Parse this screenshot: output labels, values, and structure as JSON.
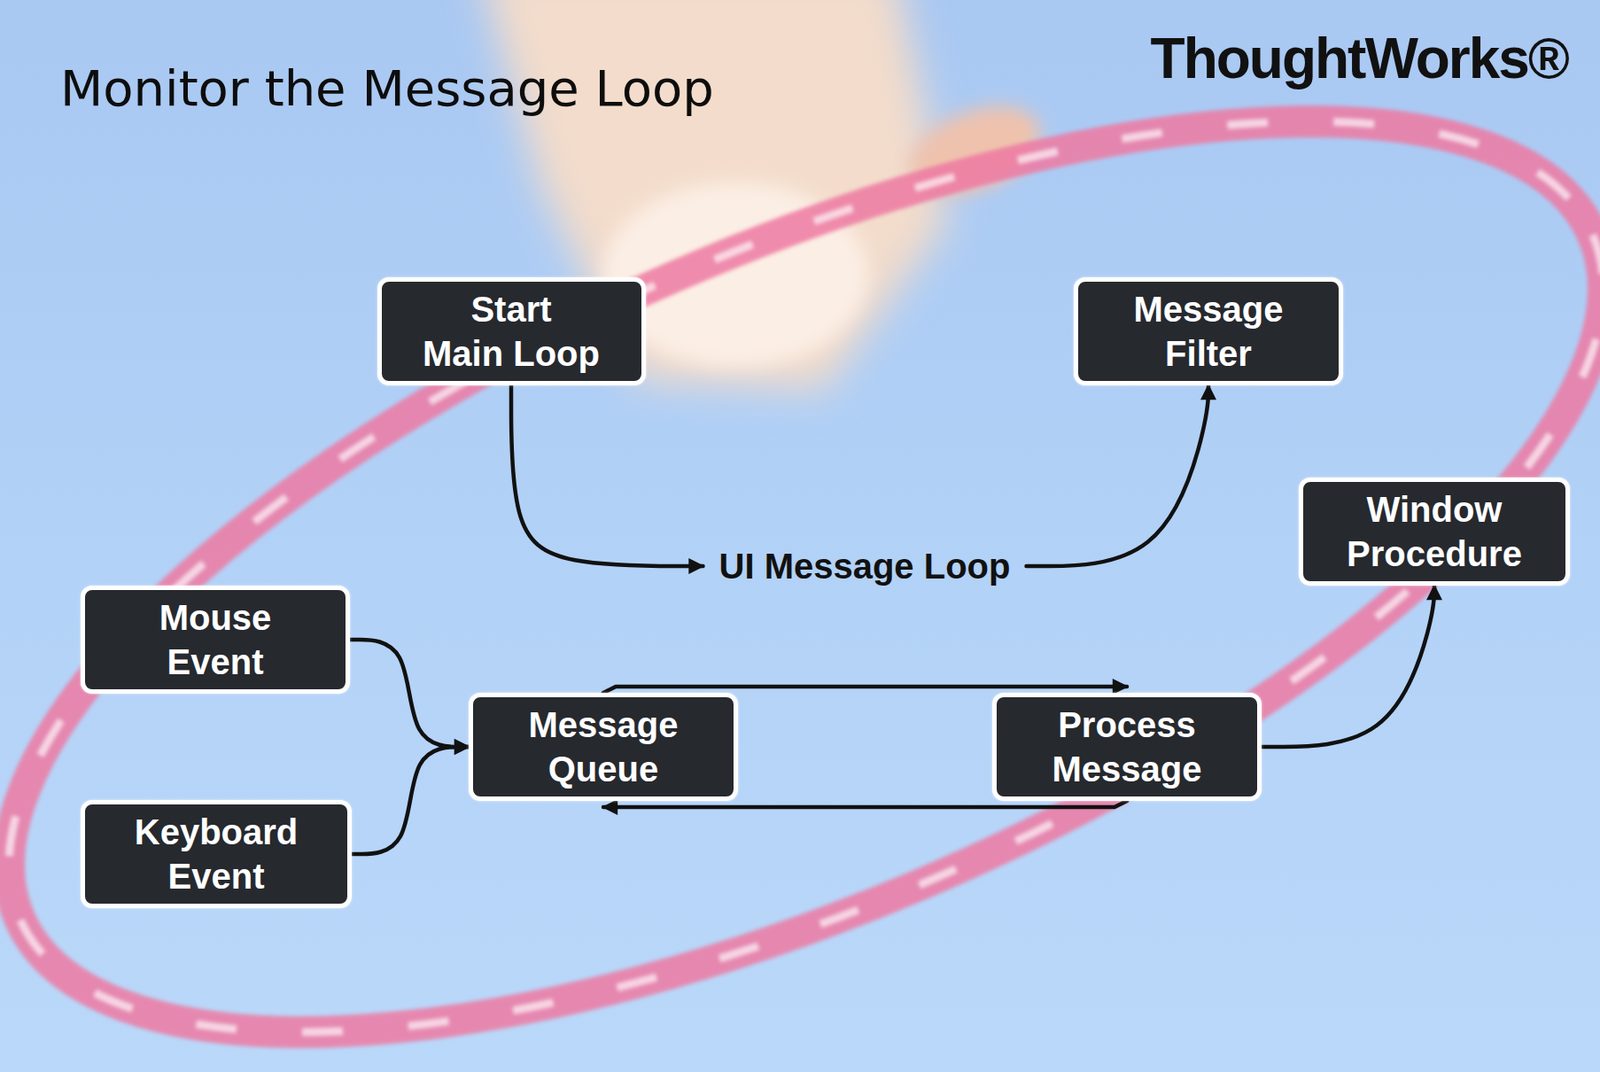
{
  "diagram": {
    "title": "Monitor the Message Loop",
    "nodes": [
      {
        "text": [
          "Start Main Loop"
        ]
      },
      {
        "text": [
          "Message Filter"
        ]
      },
      {
        "text": [
          "UI Message Loop"
        ]
      },
      {
        "text": [
          "Window Procedure"
        ]
      },
      {
        "text": [
          "Mouse Event"
        ]
      },
      {
        "text": [
          "Message Queue"
        ]
      },
      {
        "text": [
          "Process Message"
        ]
      },
      {
        "text": [
          "Keyboard Event"
        ]
      }
    ],
    "edges": [
      {
        "from": 0,
        "to": 2,
        "arrow": "to"
      },
      {
        "from": 2,
        "to": 1,
        "arrow": "to"
      },
      {
        "from": 4,
        "to": 5,
        "arrow": "to"
      },
      {
        "from": 7,
        "to": 5,
        "arrow": "to"
      },
      {
        "from": 5,
        "to": 6,
        "arrow": "to"
      },
      {
        "from": 6,
        "to": 5,
        "arrow": "to"
      },
      {
        "from": 6,
        "to": 3,
        "arrow": "to"
      }
    ],
    "labels": [
      "ThoughtWorks®"
    ]
  }
}
